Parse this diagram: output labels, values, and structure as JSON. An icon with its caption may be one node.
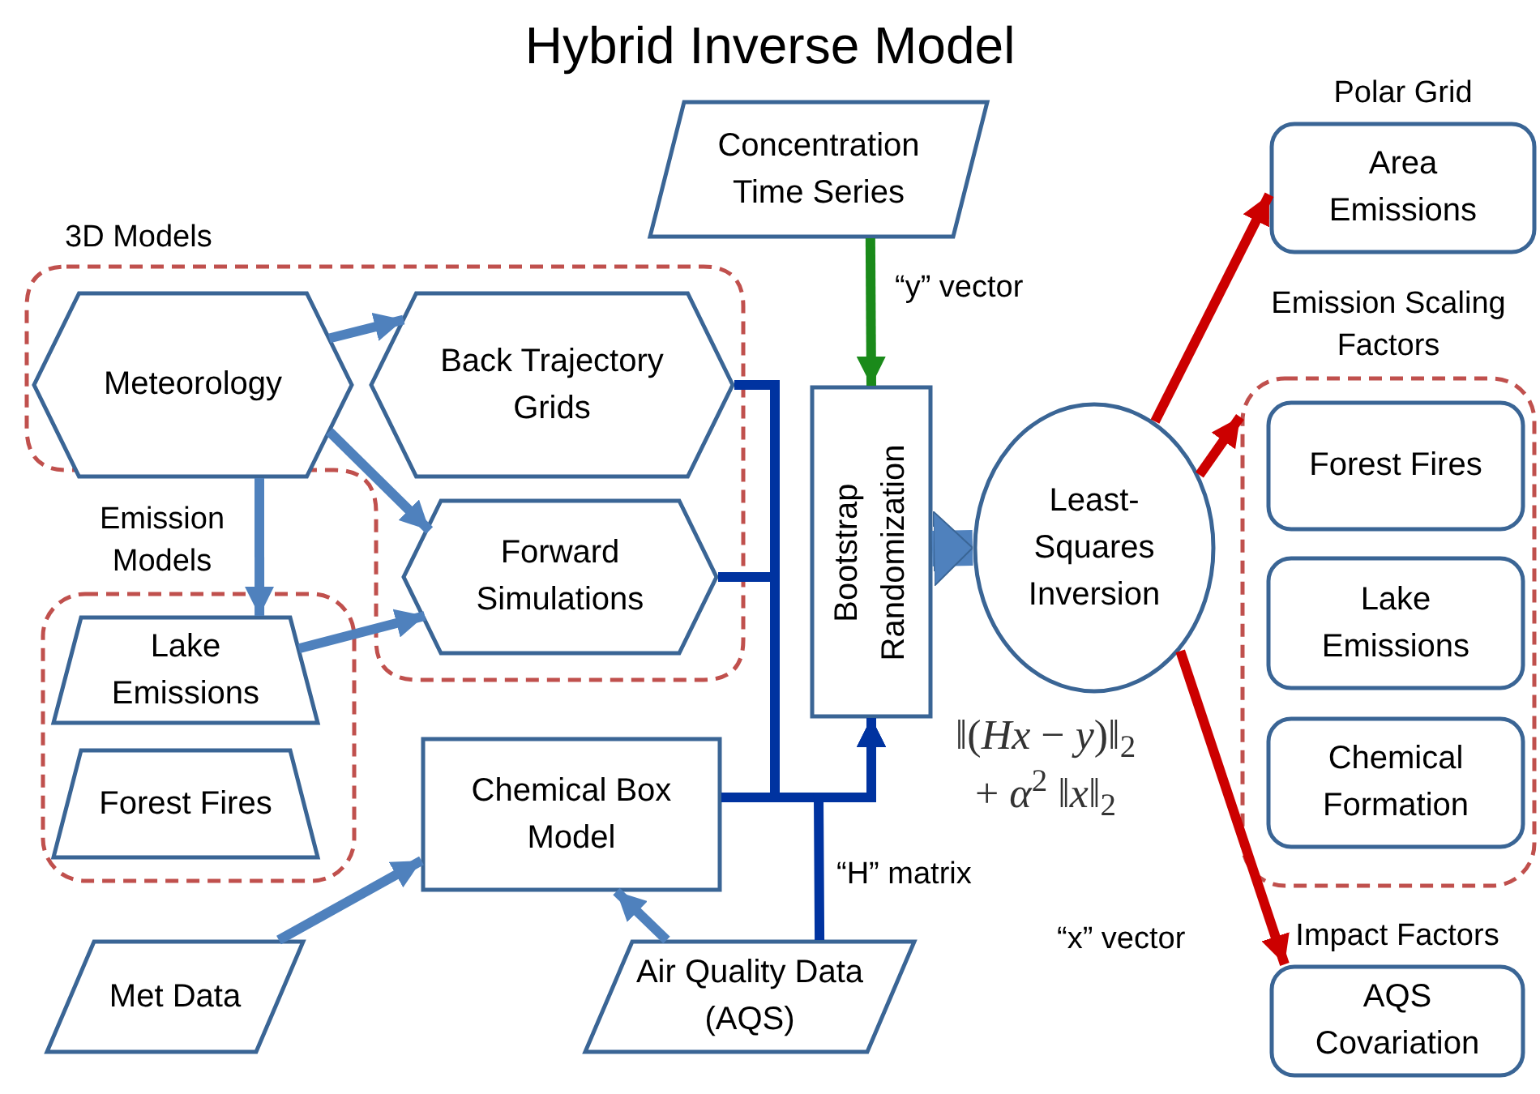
{
  "diagram": {
    "title": "Hybrid Inverse Model",
    "nodes": [
      {
        "text": [
          "Concentration Time Series"
        ]
      },
      {
        "text": [
          "3D Models"
        ]
      },
      {
        "text": [
          "Meteorology"
        ],
        "in": 1
      },
      {
        "text": [
          "Back Trajectory Grids"
        ],
        "in": 1
      },
      {
        "text": [
          "Forward Simulations"
        ],
        "in": 1
      },
      {
        "text": [
          "Emission Models"
        ]
      },
      {
        "text": [
          "Lake Emissions"
        ],
        "in": 5
      },
      {
        "text": [
          "Forest Fires"
        ],
        "in": 5
      },
      {
        "text": [
          "Chemical Box Model"
        ]
      },
      {
        "text": [
          "Bootstrap Randomization"
        ]
      },
      {
        "text": [
          "Least-Squares Inversion"
        ]
      },
      {
        "text": [
          "Met Data"
        ]
      },
      {
        "text": [
          "Air Quality Data (AQS)"
        ]
      },
      {
        "text": [
          "Polar Grid",
          "Area Emissions"
        ]
      },
      {
        "text": [
          "Emission Scaling Factors"
        ]
      },
      {
        "text": [
          "Forest Fires"
        ],
        "in": 14
      },
      {
        "text": [
          "Lake Emissions"
        ],
        "in": 14
      },
      {
        "text": [
          "Chemical Formation"
        ],
        "in": 14
      },
      {
        "text": [
          "Impact Factors",
          "AQS Covariation"
        ]
      }
    ],
    "edges": [
      {
        "from": 0,
        "to": 9,
        "arrow": "to",
        "label": "“y” vector",
        "color": "#1a8a1a"
      },
      {
        "from": 2,
        "to": 3,
        "arrow": "to"
      },
      {
        "from": 2,
        "to": 4,
        "arrow": "to"
      },
      {
        "from": 2,
        "to": 6,
        "arrow": "to"
      },
      {
        "from": 6,
        "to": 4,
        "arrow": "to"
      },
      {
        "from": 3,
        "to": 9,
        "arrow": "to",
        "color": "#0033a0"
      },
      {
        "from": 4,
        "to": 9,
        "arrow": "to",
        "color": "#0033a0"
      },
      {
        "from": 8,
        "to": 9,
        "arrow": "to",
        "color": "#0033a0"
      },
      {
        "from": 12,
        "to": 9,
        "arrow": "to",
        "label": "“H” matrix",
        "color": "#0033a0"
      },
      {
        "from": 11,
        "to": 8,
        "arrow": "to"
      },
      {
        "from": 12,
        "to": 8,
        "arrow": "to"
      },
      {
        "from": 9,
        "to": 10,
        "arrow": "to",
        "style": "thick"
      },
      {
        "from": 10,
        "to": 13,
        "arrow": "to",
        "color": "#cc0000"
      },
      {
        "from": 10,
        "to": 14,
        "arrow": "to",
        "color": "#cc0000"
      },
      {
        "from": 10,
        "to": 18,
        "arrow": "to",
        "label": "“x” vector",
        "color": "#cc0000"
      }
    ],
    "labels": [
      "‖(*Hx* − *y*)‖$_{2}$",
      "+ *α*$^{2}$ ‖*x*‖$_{2}$"
    ]
  }
}
